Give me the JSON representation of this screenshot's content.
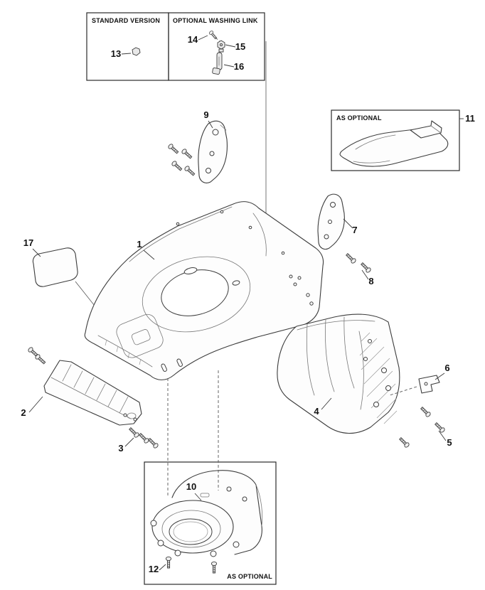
{
  "figure": {
    "kind": "exploded-parts-diagram",
    "background": "#ffffff",
    "line_color": "#3c3c3c"
  },
  "insets": {
    "standard_version": "STANDARD VERSION",
    "optional_washing_link": "OPTIONAL WASHING LINK",
    "as_optional_right": "AS OPTIONAL",
    "as_optional_bottom": "AS OPTIONAL"
  },
  "parts": {
    "p1": "1",
    "p2": "2",
    "p3": "3",
    "p4": "4",
    "p5": "5",
    "p6": "6",
    "p7": "7",
    "p8": "8",
    "p9": "9",
    "p10": "10",
    "p11": "11",
    "p12": "12",
    "p13": "13",
    "p14": "14",
    "p15": "15",
    "p16": "16",
    "p17": "17"
  }
}
